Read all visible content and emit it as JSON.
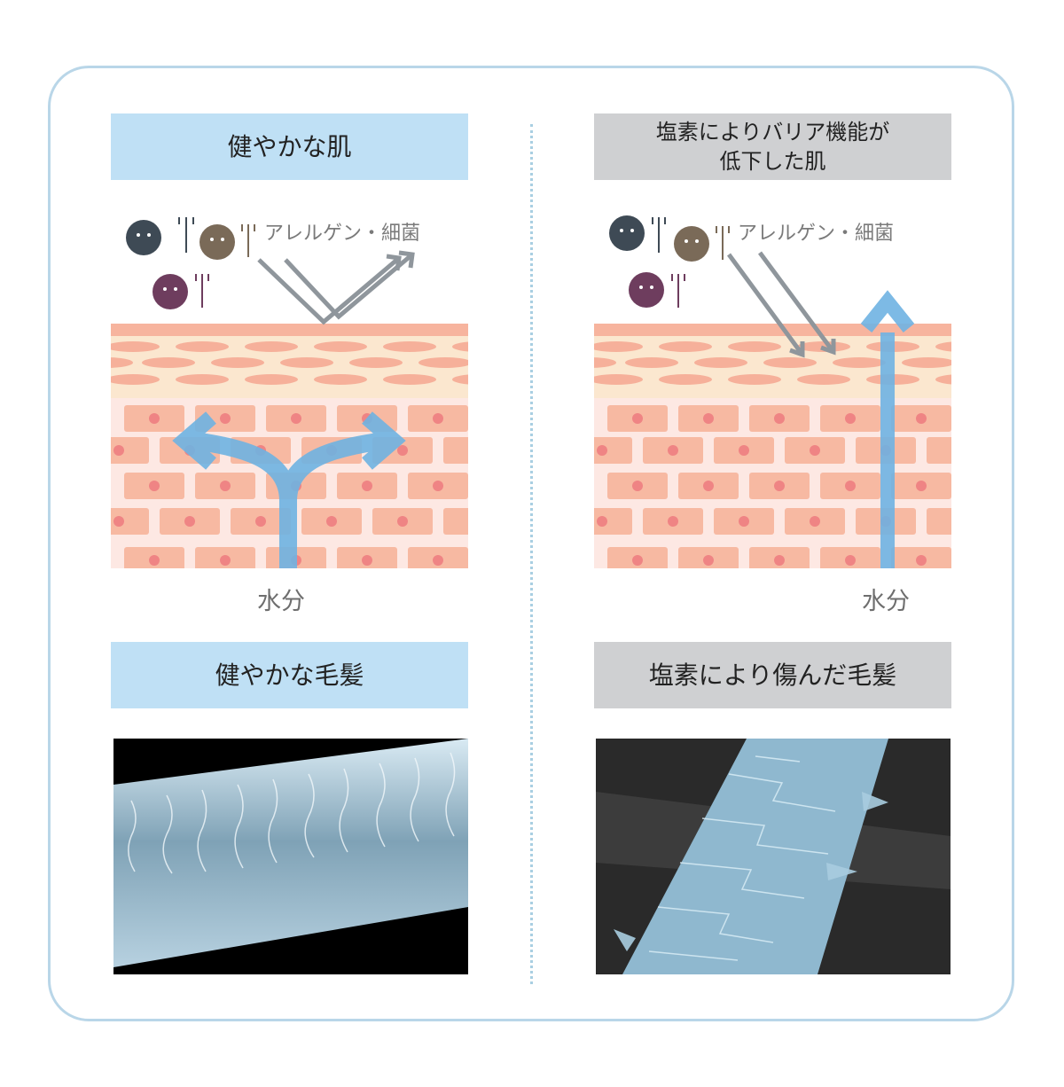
{
  "left": {
    "skin_title": "健やかな肌",
    "allergen_label": "アレルゲン・細菌",
    "water_label": "水分",
    "hair_title": "健やかな毛髪"
  },
  "right": {
    "skin_title_line1": "塩素によりバリア機能が",
    "skin_title_line2": "低下した肌",
    "allergen_label": "アレルゲン・細菌",
    "water_label": "水分",
    "hair_title": "塩素により傷んだ毛髪"
  },
  "colors": {
    "healthy_header": "#bfe0f5",
    "damaged_header": "#cfd0d2",
    "frame_border": "#b9d6e8",
    "water_arrow": "#6fb3e2",
    "allergen_arrow": "#8f969c",
    "skin_top": "#fbe6cf",
    "skin_cells": "#f7b9a2",
    "cell_nucleus": "#ef8484"
  },
  "icons": [
    "germ-icon",
    "water-arrow-icon",
    "reflect-arrow-icon"
  ]
}
